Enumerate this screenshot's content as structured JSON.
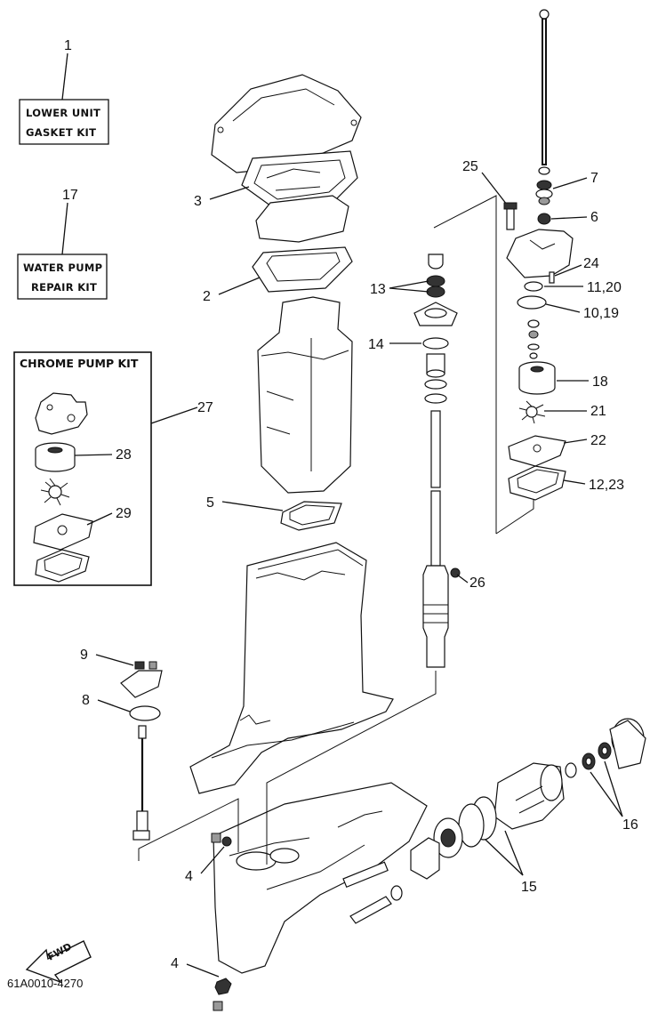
{
  "kits": {
    "lower_unit": {
      "ref": "1",
      "line1": "LOWER UNIT",
      "line2": "GASKET KIT"
    },
    "water_pump": {
      "ref": "17",
      "line1": "WATER PUMP",
      "line2": "REPAIR KIT"
    },
    "chrome_pump": {
      "title": "CHROME PUMP KIT",
      "ref": "27",
      "items": [
        "28",
        "29"
      ]
    }
  },
  "callouts": [
    "3",
    "2",
    "5",
    "9",
    "8",
    "4",
    "4",
    "25",
    "7",
    "6",
    "24",
    "11,20",
    "10,19",
    "13",
    "14",
    "18",
    "21",
    "22",
    "12,23",
    "26",
    "16",
    "15"
  ],
  "direction": "FWD",
  "diagram_code": "61A0010-4270"
}
